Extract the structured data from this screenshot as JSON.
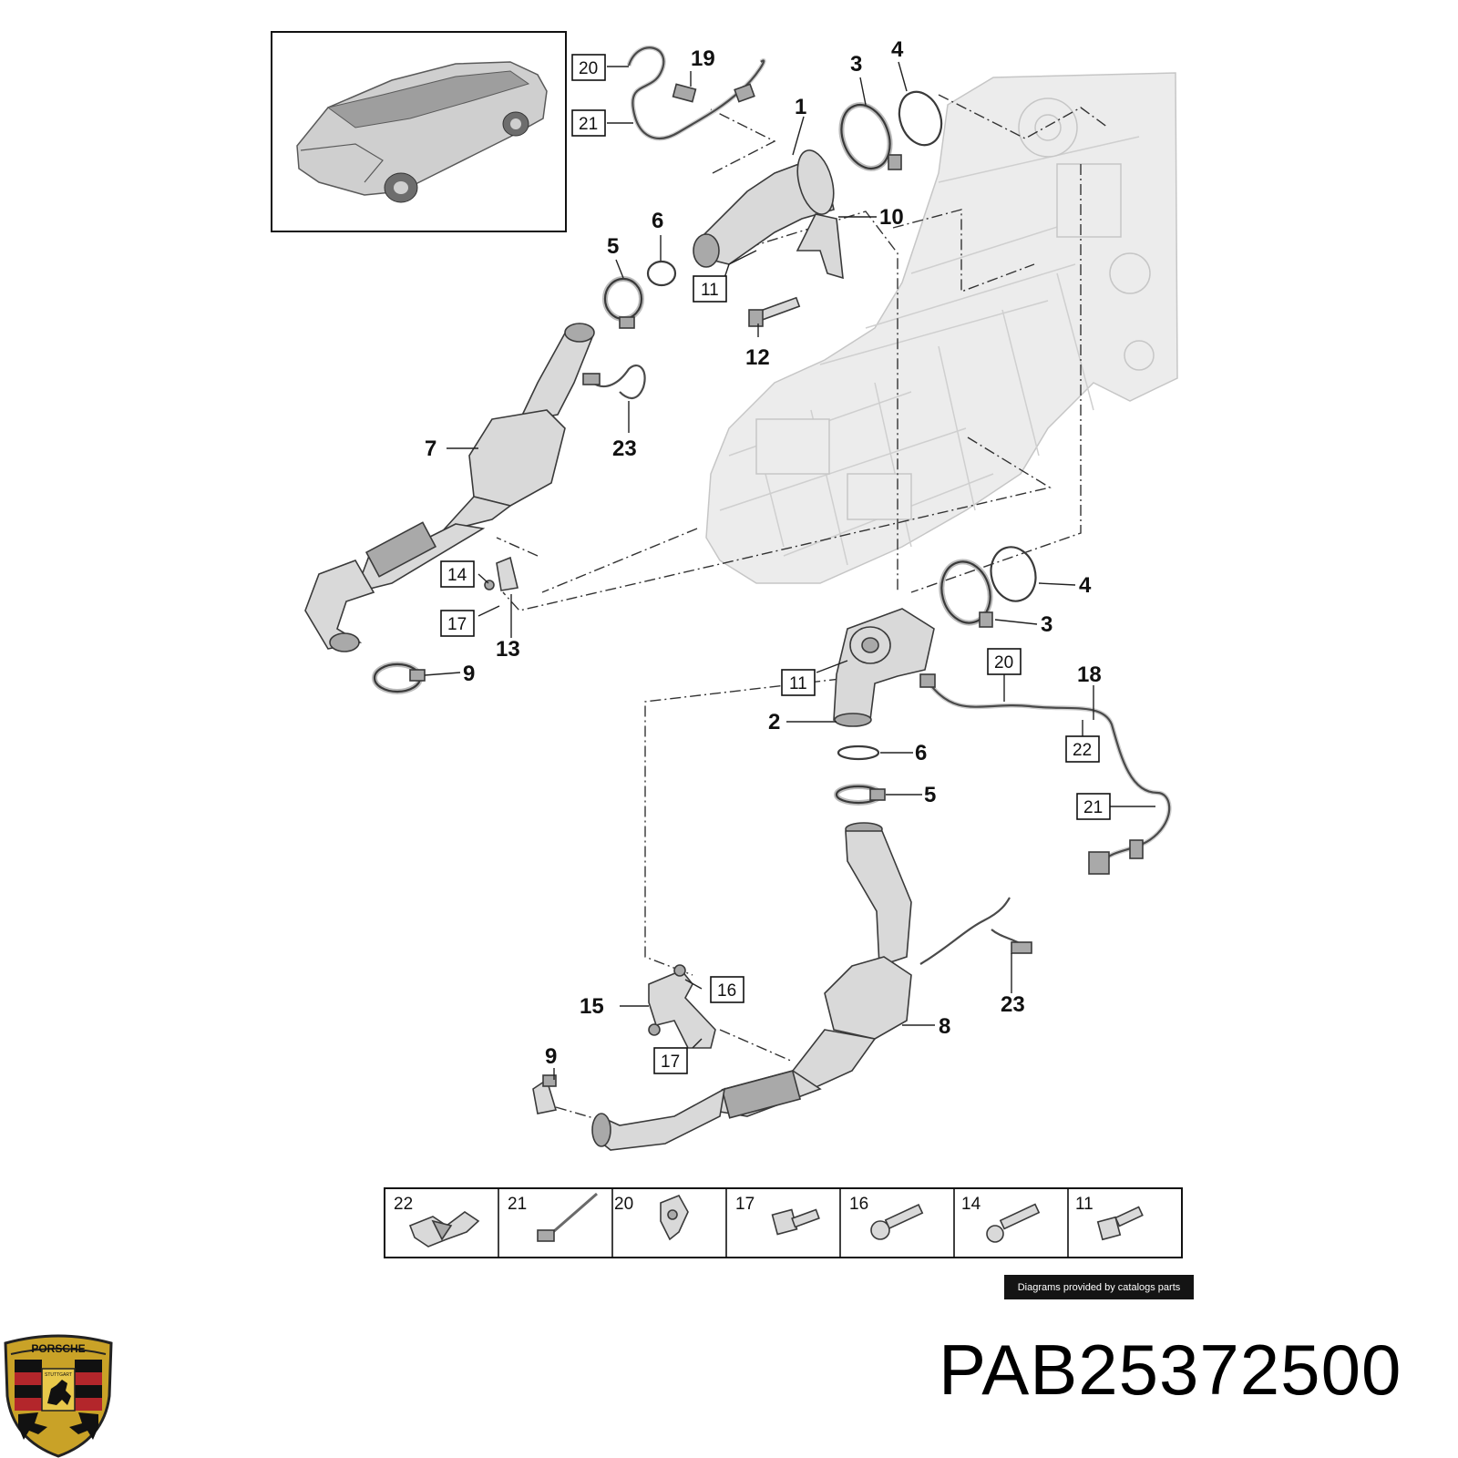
{
  "diagram": {
    "callouts": [
      "1",
      "2",
      "3",
      "4",
      "5",
      "6",
      "7",
      "8",
      "9",
      "10",
      "12",
      "13",
      "15",
      "18",
      "19",
      "23",
      "3",
      "4",
      "5",
      "6",
      "9",
      "23"
    ],
    "boxed_refs": [
      "20",
      "21",
      "11",
      "14",
      "17",
      "20",
      "22",
      "21",
      "11",
      "16",
      "17"
    ],
    "legend": [
      {
        "number": "22"
      },
      {
        "number": "21"
      },
      {
        "number": "20"
      },
      {
        "number": "17"
      },
      {
        "number": "16"
      },
      {
        "number": "14"
      },
      {
        "number": "11"
      }
    ]
  },
  "footer": {
    "credit": "Diagrams provided by catalogs parts",
    "part_number": "PAB25372500",
    "logo_text": "PORSCHE",
    "logo_subtext": "STUTTGART"
  },
  "colors": {
    "line": "#222222",
    "part": "#d9d9d9",
    "engine": "#ececec",
    "badge": "#141414",
    "logo_gold": "#c9a227",
    "logo_red": "#b3262b"
  }
}
